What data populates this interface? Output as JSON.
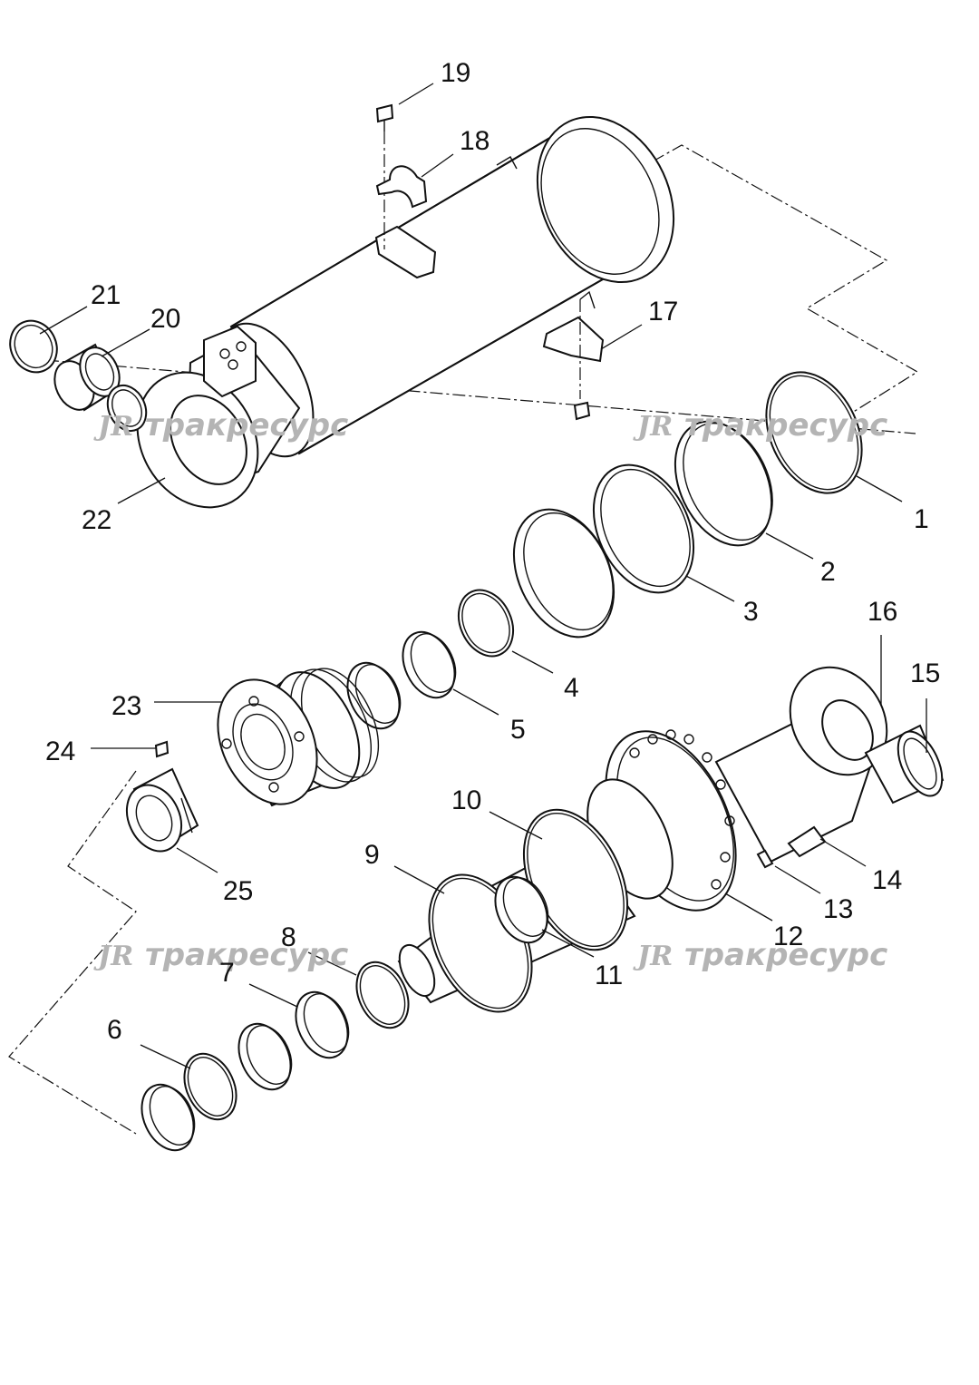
{
  "watermark": {
    "logo": "JR",
    "text": "тракресурс"
  },
  "labels": [
    {
      "id": "1",
      "text": "1"
    },
    {
      "id": "2",
      "text": "2"
    },
    {
      "id": "3",
      "text": "3"
    },
    {
      "id": "4",
      "text": "4"
    },
    {
      "id": "5",
      "text": "5"
    },
    {
      "id": "6",
      "text": "6"
    },
    {
      "id": "7",
      "text": "7"
    },
    {
      "id": "8",
      "text": "8"
    },
    {
      "id": "9",
      "text": "9"
    },
    {
      "id": "10",
      "text": "10"
    },
    {
      "id": "11",
      "text": "11"
    },
    {
      "id": "12",
      "text": "12"
    },
    {
      "id": "13",
      "text": "13"
    },
    {
      "id": "14",
      "text": "14"
    },
    {
      "id": "15",
      "text": "15"
    },
    {
      "id": "16",
      "text": "16"
    },
    {
      "id": "17",
      "text": "17"
    },
    {
      "id": "18",
      "text": "18"
    },
    {
      "id": "19",
      "text": "19"
    },
    {
      "id": "20",
      "text": "20"
    },
    {
      "id": "21",
      "text": "21"
    },
    {
      "id": "22",
      "text": "22"
    },
    {
      "id": "23",
      "text": "23"
    },
    {
      "id": "24",
      "text": "24"
    },
    {
      "id": "25",
      "text": "25"
    }
  ]
}
